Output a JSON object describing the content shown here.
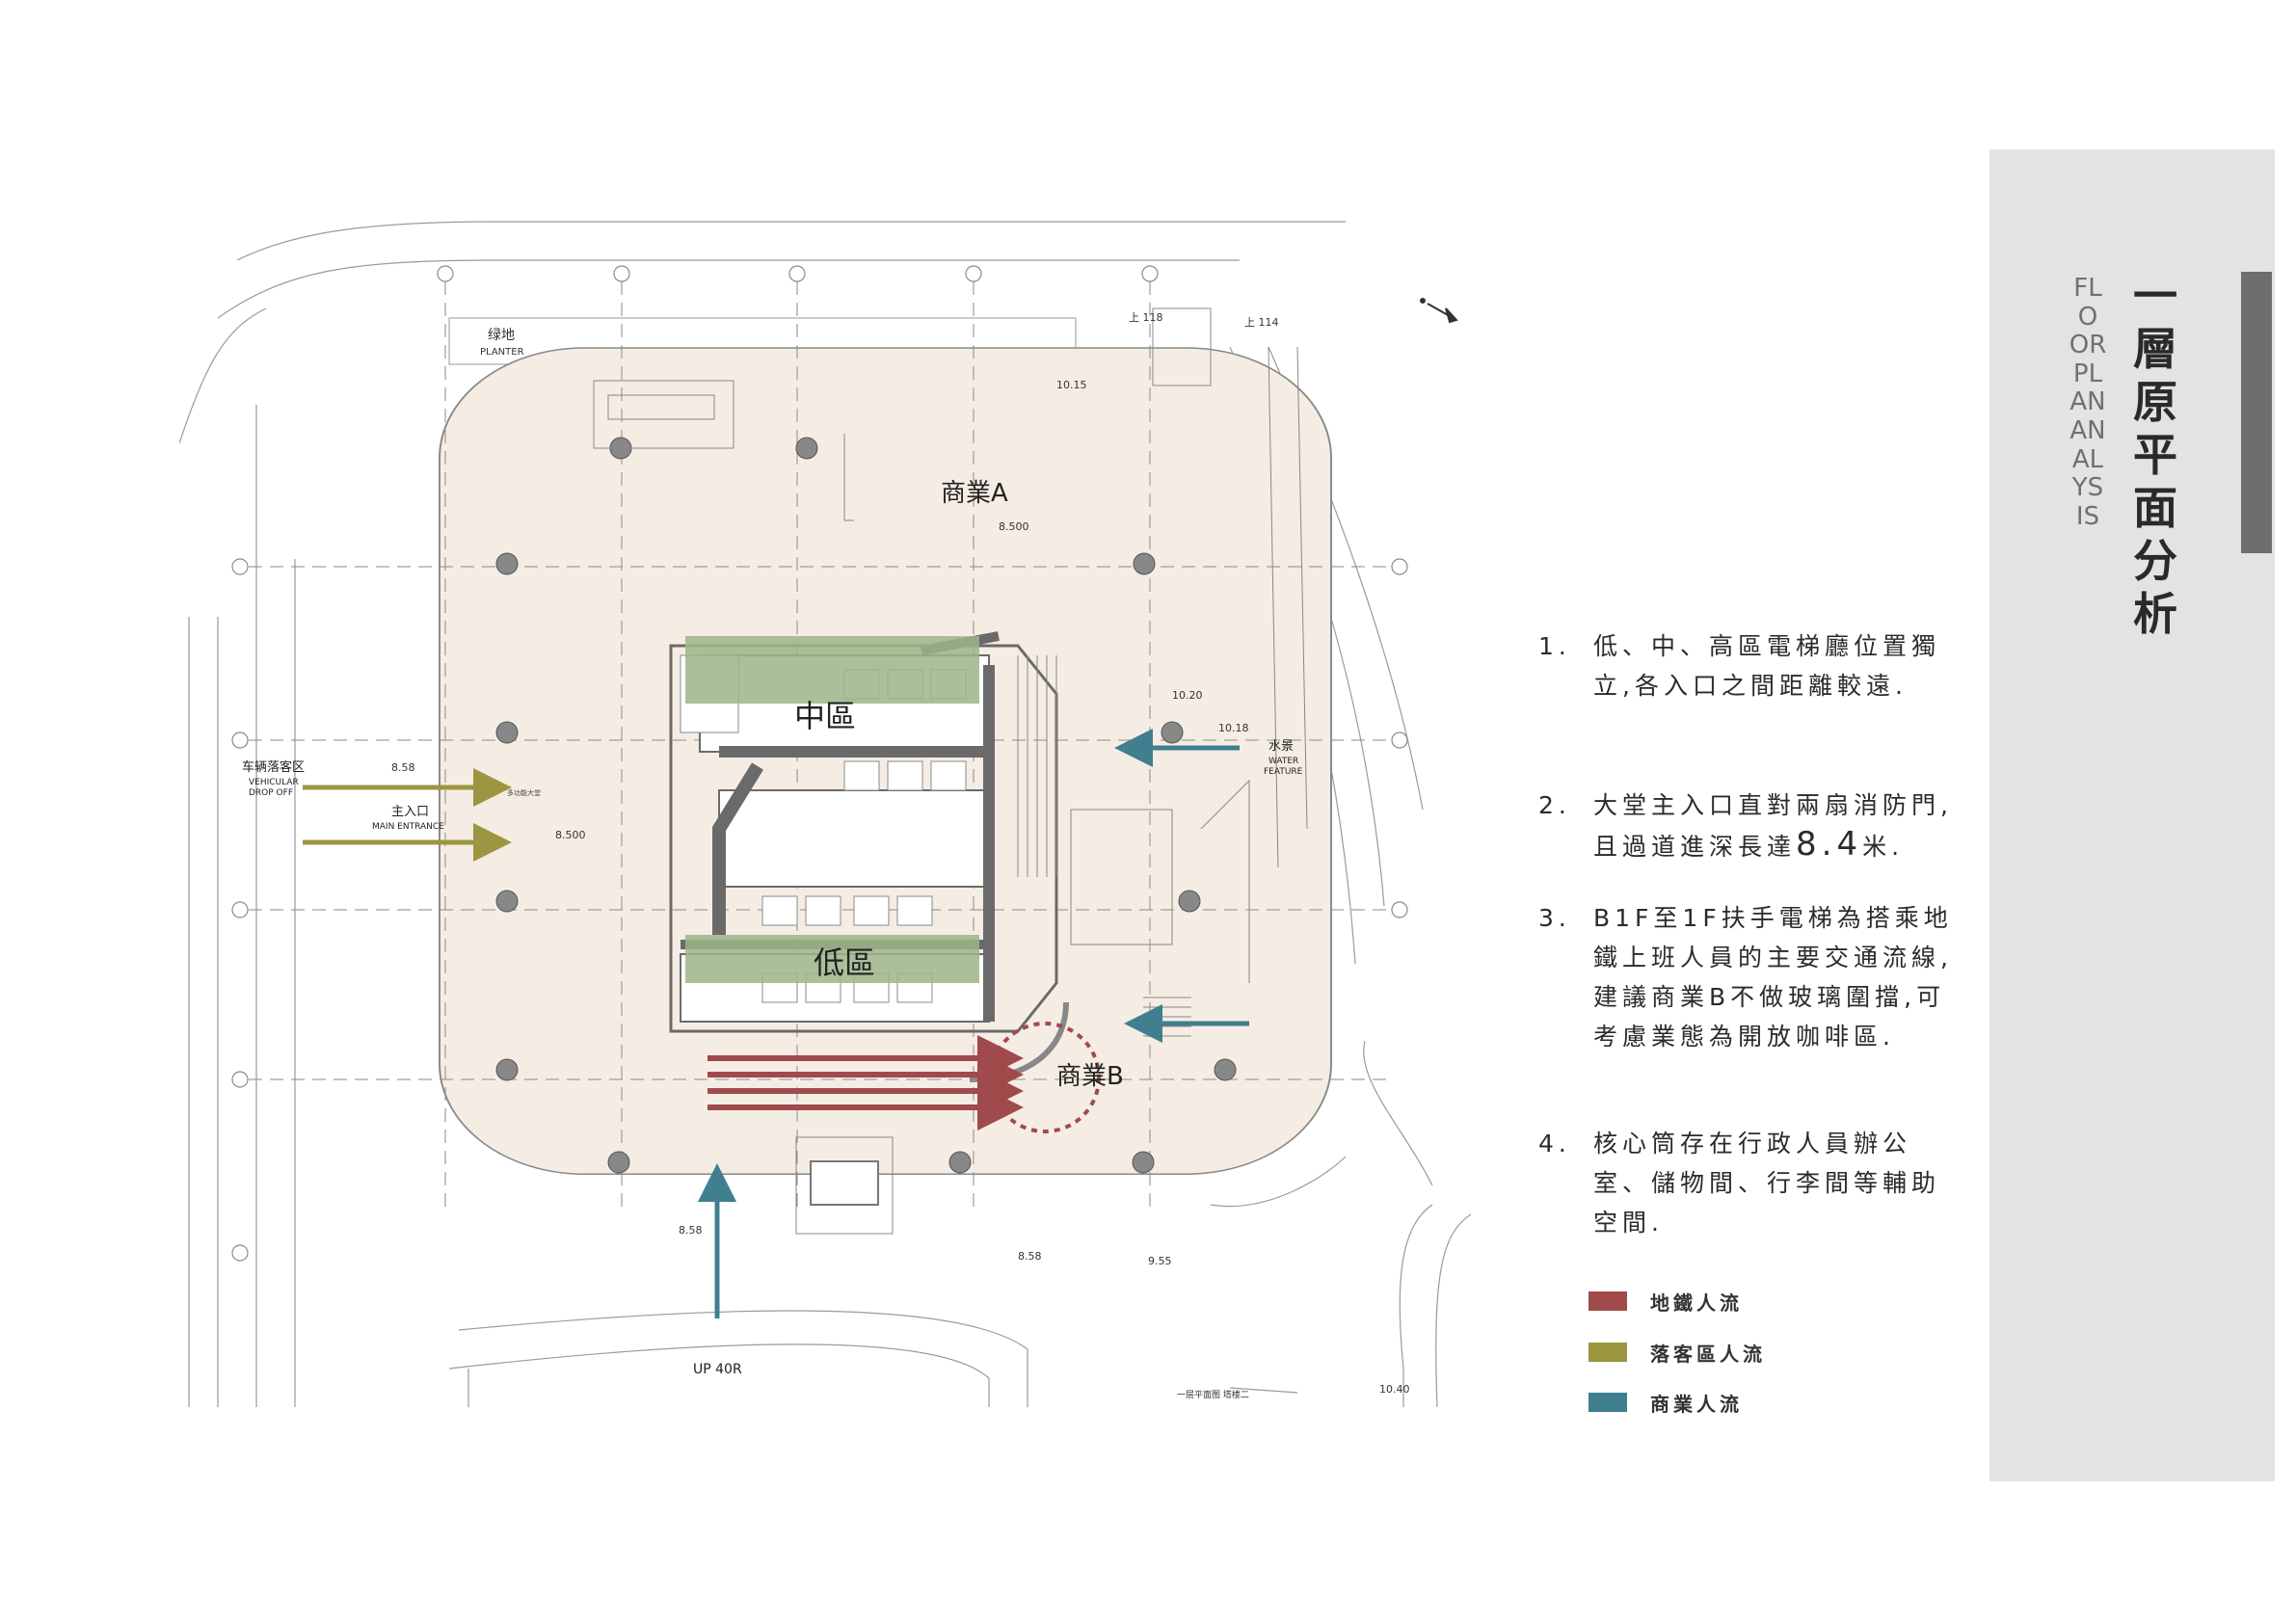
{
  "title": {
    "zh": "一層原平面分析",
    "en": "FLOOR PLAN ANALYSIS"
  },
  "notes": [
    {
      "num": "1.",
      "text": "低、中、高區電梯廳位置獨立,各入口之間距離較遠."
    },
    {
      "num": "2.",
      "text_before": "大堂主入口直對兩扇消防門,且過道進深長達",
      "text_big": "8.4",
      "text_after": "米."
    },
    {
      "num": "3.",
      "text": "B1F至1F扶手電梯為搭乘地鐵上班人員的主要交通流線,建議商業B不做玻璃圍擋,可考慮業態為開放咖啡區."
    },
    {
      "num": "4.",
      "text": "核心筒存在行政人員辦公室、儲物間、行李間等輔助空間."
    }
  ],
  "legend": [
    {
      "label": "地鐵人流",
      "color": "#a04a4c"
    },
    {
      "label": "落客區人流",
      "color": "#9c9640"
    },
    {
      "label": "商業人流",
      "color": "#3f7f8f"
    }
  ],
  "plan": {
    "zones": {
      "mid": "中區",
      "low": "低區",
      "commercial_a": "商業A",
      "commercial_b": "商業B"
    },
    "labels": {
      "planter_zh": "绿地",
      "planter_en": "PLANTER",
      "dropoff_zh": "车辆落客区",
      "dropoff_en1": "VEHICULAR",
      "dropoff_en2": "DROP OFF",
      "entrance_zh": "主入口",
      "entrance_en": "MAIN ENTRANCE",
      "water_zh": "水景",
      "water_en1": "WATER",
      "water_en2": "FEATURE",
      "up_ramp": "UP 40R",
      "drawing_caption": "一层平面图  塔楼二",
      "lobby": "多功能大堂"
    },
    "dimensions": {
      "lvl_top": "10.15",
      "lvl_right": "10.18",
      "lvl_right2": "10.20",
      "lvl_left": "8.58",
      "lvl_bottom": "8.58",
      "lvl_bottom_left": "8.58",
      "lvl_bottom_right": "9.55",
      "lvl_corner": "10.40",
      "step_top": "上 118",
      "step_top2": "上 114",
      "dim_a": "8.500",
      "dim_b": "8.500"
    },
    "colors": {
      "floor": "#f5ede4",
      "green": "#9cb588",
      "core": "#6a6a6a",
      "line": "#8a8a8a",
      "column": "#8a8a8a"
    }
  }
}
